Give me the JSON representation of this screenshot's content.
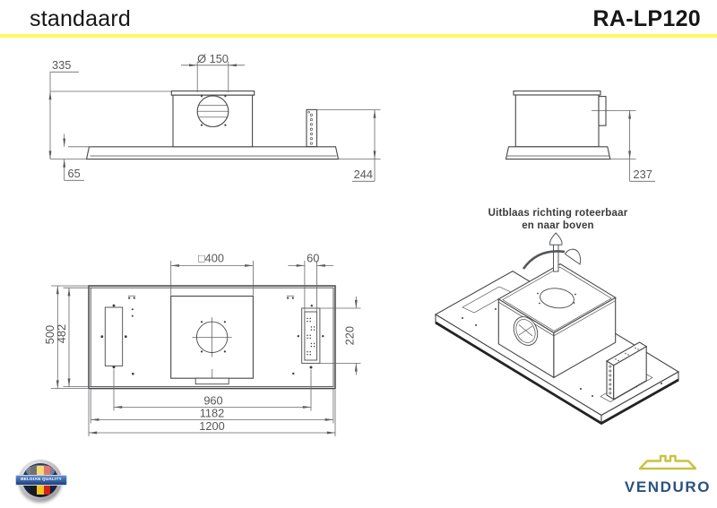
{
  "header": {
    "title": "standaard",
    "model": "RA-LP120"
  },
  "views": {
    "side": {
      "dim_overhang": "335",
      "dim_duct": "Ø 150",
      "dim_panel": "65",
      "dim_height": "244"
    },
    "end": {
      "dim_height": "237"
    },
    "plan": {
      "dim_duct_box": "□400",
      "dim_connector_width": "60",
      "dim_depth_outer": "500",
      "dim_depth_inner": "482",
      "dim_connector_length": "220",
      "dim_mount_span": "960",
      "dim_length_inner": "1182",
      "dim_length_outer": "1200"
    },
    "iso": {
      "caption_line1": "Uitblaas richting roteerbaar",
      "caption_line2": "en naar boven"
    }
  },
  "footer": {
    "badge_label": "BELGIAN QUALITY",
    "brand": "VENDURO"
  }
}
